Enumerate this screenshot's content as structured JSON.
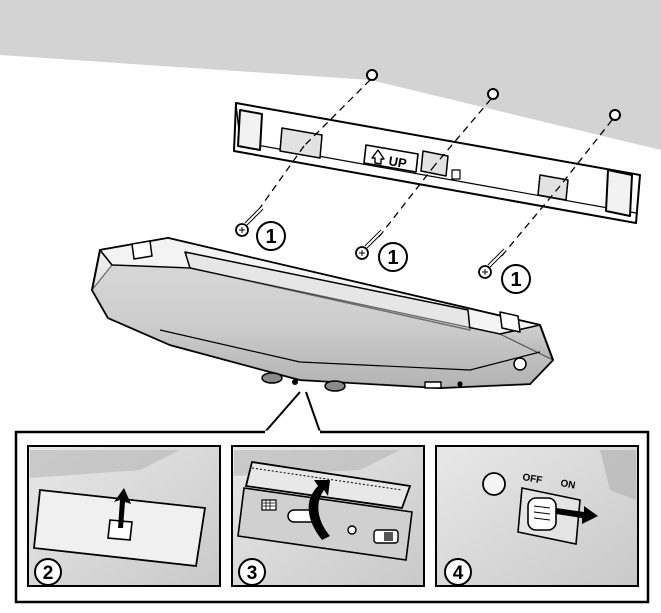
{
  "steps": {
    "screw_marker": "1",
    "step2": "2",
    "step3": "3",
    "step4": "4"
  },
  "labels": {
    "up": "UP",
    "off": "OFF",
    "on": "ON"
  },
  "colors": {
    "wall": "#d3d3d3",
    "ink": "#000000",
    "paper": "#ffffff",
    "panel_bg": "#dcdcdc",
    "device_light": "#efefef",
    "device_mid": "#bdbdbd",
    "device_dark": "#7a7a7a"
  }
}
